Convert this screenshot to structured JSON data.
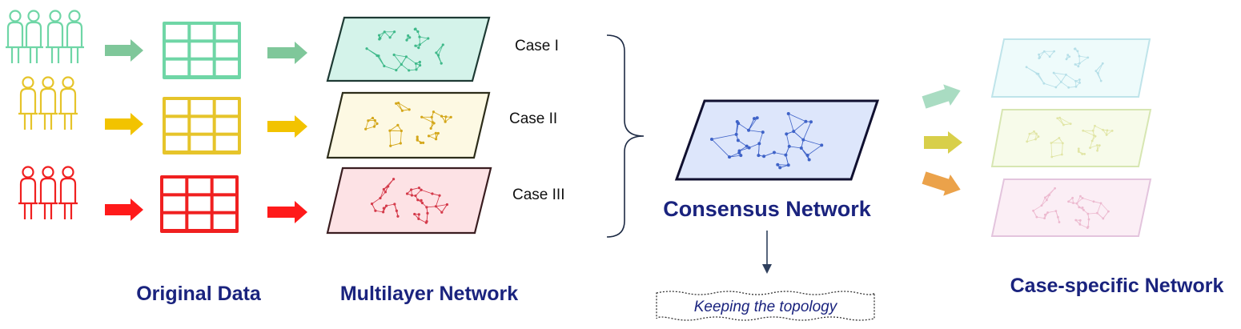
{
  "groups": [
    {
      "color": "#6fd6a6",
      "arrow_color": "#7fc79a",
      "case_label": "Case I",
      "layer_fill": "#d4f3ea",
      "layer_stroke": "#1e3a34",
      "node_color": "#3fb98a"
    },
    {
      "color": "#e6c42a",
      "arrow_color": "#f2c300",
      "case_label": "Case II",
      "layer_fill": "#fdf9e3",
      "layer_stroke": "#2d2d1a",
      "node_color": "#d4a71a"
    },
    {
      "color": "#f02020",
      "arrow_color": "#ff1a1a",
      "case_label": "Case III",
      "layer_fill": "#fde2e5",
      "layer_stroke": "#3a1d20",
      "node_color": "#d43a4a"
    }
  ],
  "consensus": {
    "fill": "#dde6fb",
    "stroke": "#101030",
    "node_color": "#3f63c8",
    "label": "Consensus Network"
  },
  "note": {
    "text": "Keeping the topology"
  },
  "case_specific": [
    {
      "fill": "#eefbfb",
      "stroke": "#bfe4ea",
      "arrow_color": "#a9dcc2",
      "node_color": "#9fd4e0"
    },
    {
      "fill": "#f7fbea",
      "stroke": "#d7e6b2",
      "arrow_color": "#d8cf4a",
      "node_color": "#d8dd8a"
    },
    {
      "fill": "#fbeef5",
      "stroke": "#e3c4dd",
      "arrow_color": "#eba24a",
      "node_color": "#e7a4c0"
    }
  ],
  "labels": {
    "original_data": "Original Data",
    "multilayer_network": "Multilayer Network",
    "case_specific_network": "Case-specific Network"
  }
}
